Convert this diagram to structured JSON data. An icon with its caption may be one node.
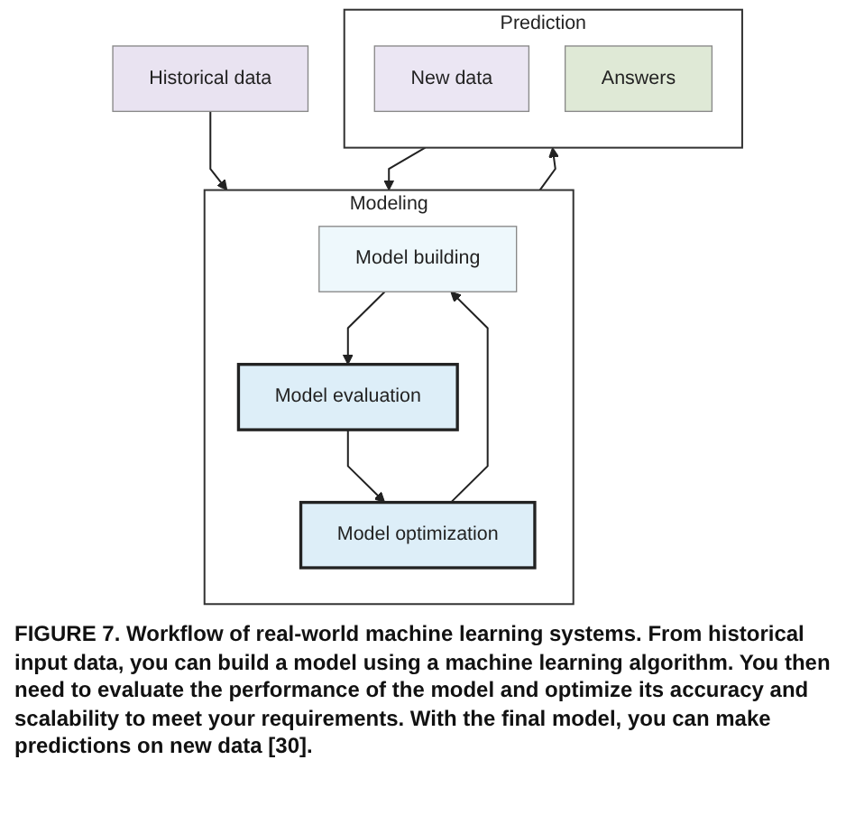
{
  "diagram": {
    "caption": "FIGURE 7. Workflow of real-world machine learning systems. From historical input data, you can build a model using a machine learning algorithm. You then need to evaluate the performance of the model and optimize its accuracy and scalability to meet your requirements. With the final model, you can make predictions on new data [30].",
    "nodes": [
      {
        "text": [
          "Historical data"
        ]
      },
      {
        "text": [
          "Modeling"
        ]
      },
      {
        "text": [
          "Model building"
        ],
        "in": 1
      },
      {
        "text": [
          "Model evaluation"
        ],
        "in": 1
      },
      {
        "text": [
          "Model optimization"
        ],
        "in": 1
      },
      {
        "text": [
          "Prediction"
        ]
      },
      {
        "text": [
          "New data"
        ],
        "in": 5
      },
      {
        "text": [
          "Answers"
        ],
        "in": 5
      }
    ],
    "edges": [
      {
        "from": 0,
        "to": 1,
        "arrow": "to"
      },
      {
        "from": 2,
        "to": 3,
        "arrow": "to"
      },
      {
        "from": 3,
        "to": 4,
        "arrow": "to"
      },
      {
        "from": 4,
        "to": 2,
        "arrow": "to"
      },
      {
        "from": 1,
        "to": 5,
        "arrow": "to"
      },
      {
        "from": 5,
        "to": 1,
        "arrow": "to"
      }
    ]
  }
}
